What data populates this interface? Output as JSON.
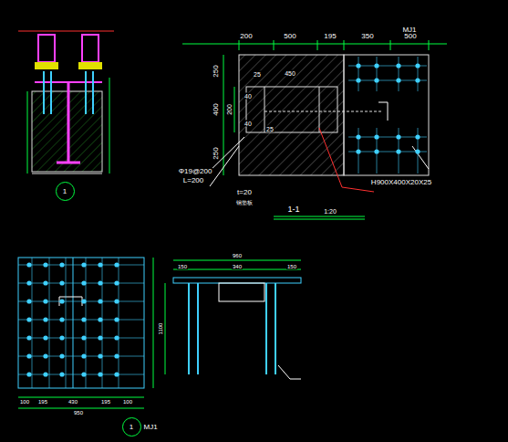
{
  "diagram": {
    "nodes": [
      {
        "text": [
          "1"
        ]
      },
      {
        "text": [
          "1",
          "MJ1"
        ]
      }
    ],
    "labels": [
      "MJ1",
      "200",
      "500",
      "195",
      "350",
      "500",
      "250",
      "400",
      "200",
      "250",
      "450",
      "25",
      "40",
      "40",
      "25",
      "Φ19@200",
      "L=200",
      "t=20",
      "钢垫板",
      "H900X400X20X25",
      "1-1",
      "1:20",
      "100",
      "195",
      "430",
      "195",
      "100",
      "950",
      "960",
      "1100",
      "150",
      "340",
      "150"
    ]
  }
}
